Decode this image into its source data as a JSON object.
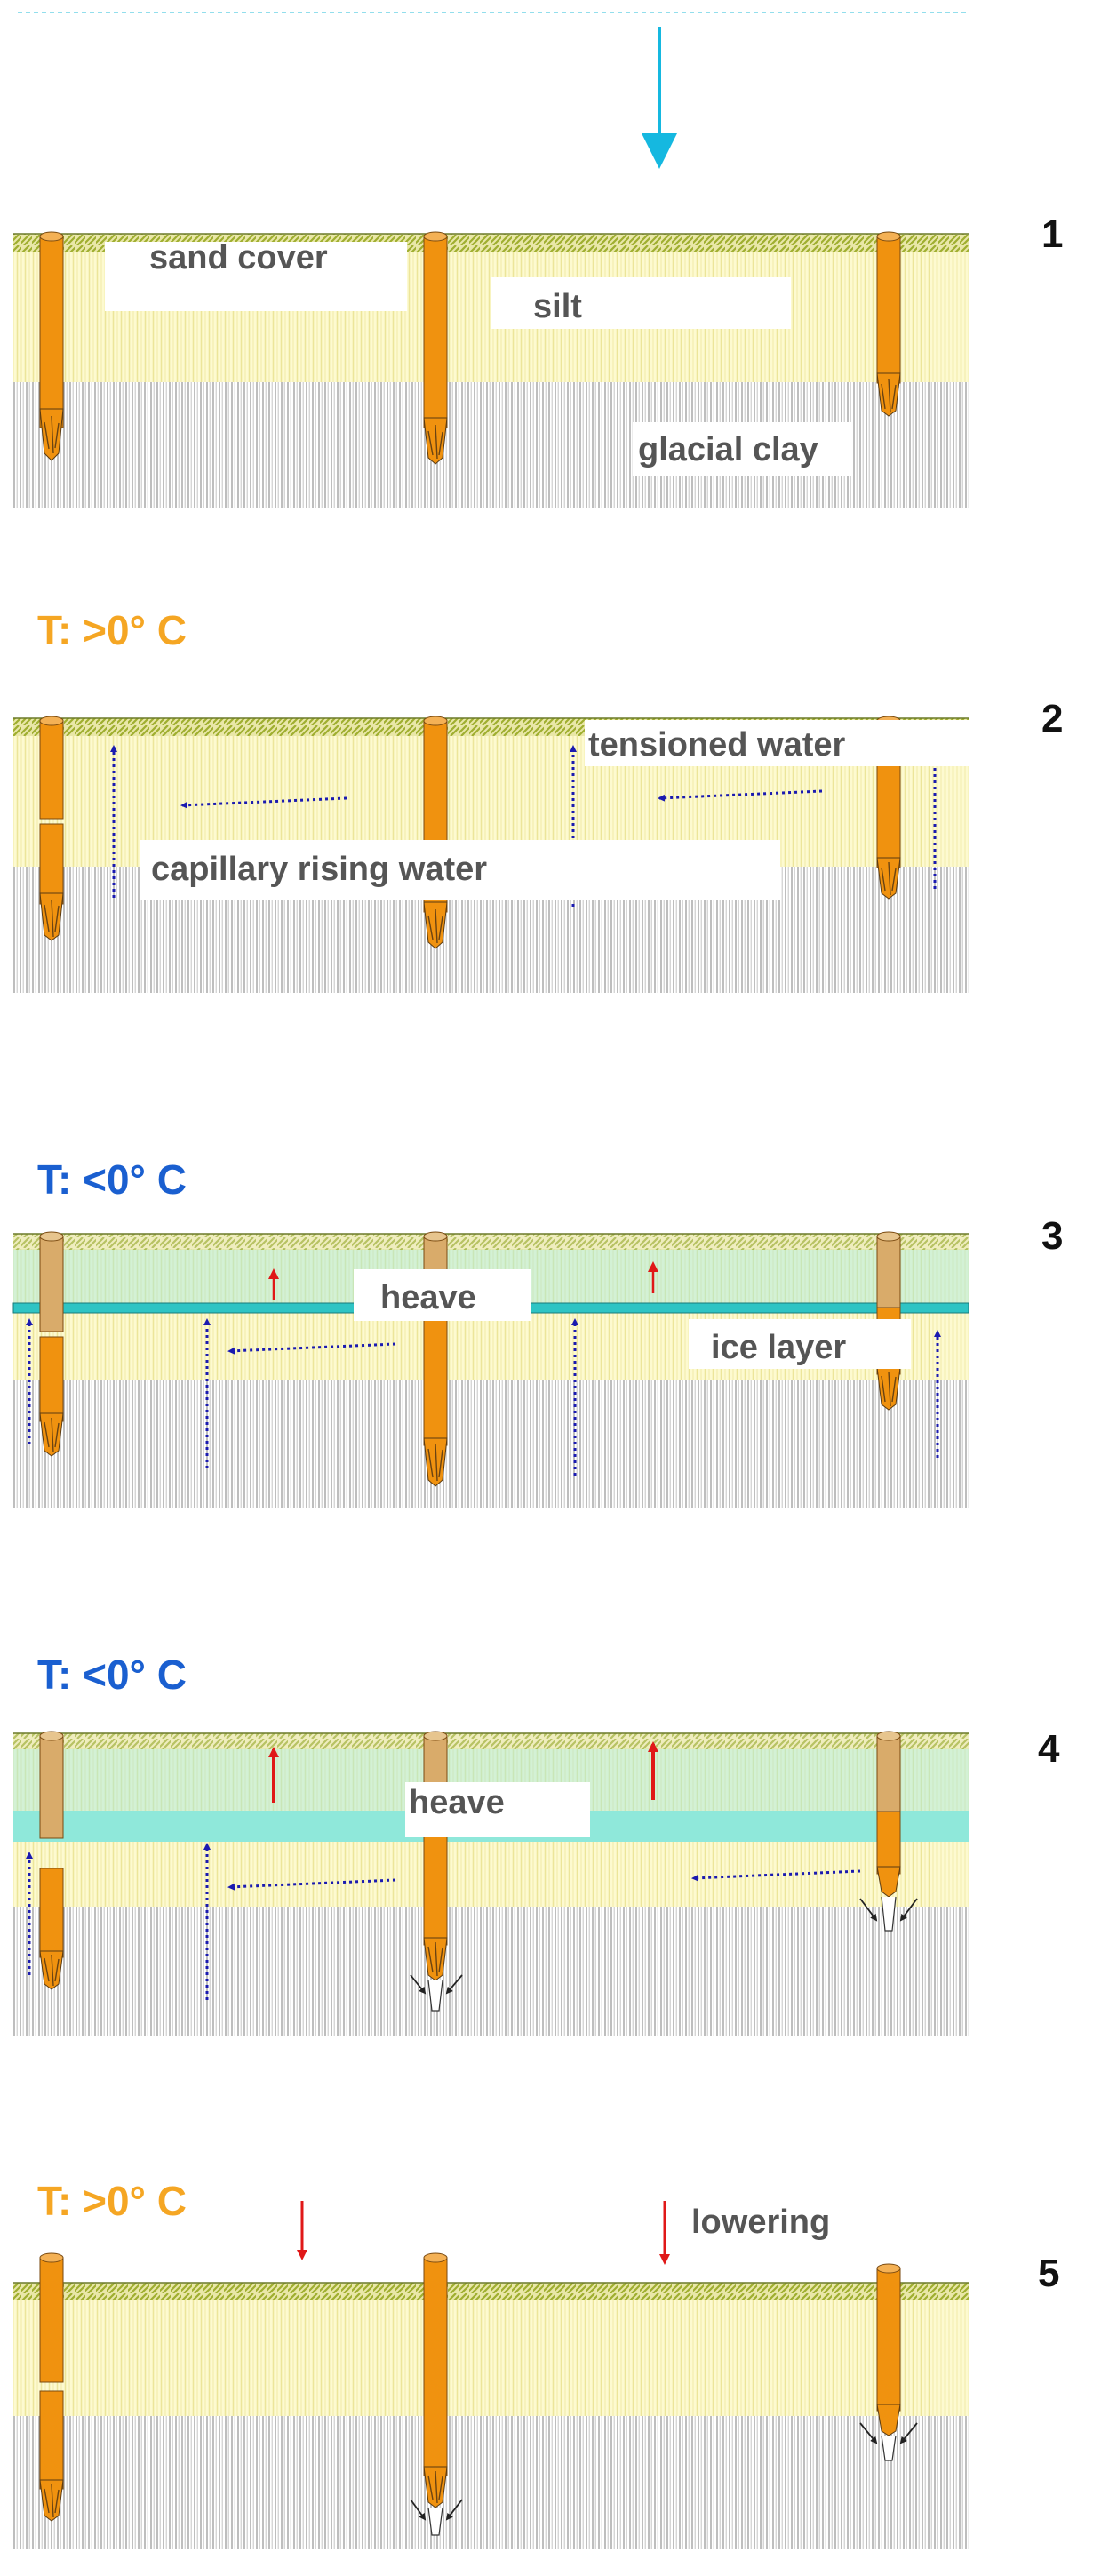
{
  "panels": [
    {
      "number": "1",
      "temperature": ""
    },
    {
      "number": "2",
      "temperature": "T: >0° C"
    },
    {
      "number": "3",
      "temperature": "T: <0° C"
    },
    {
      "number": "4",
      "temperature": "T: <0° C"
    },
    {
      "number": "5",
      "temperature": "T: >0° C"
    }
  ],
  "labels": {
    "sand_cover": "sand cover",
    "silt": "silt",
    "glacial_clay": "glacial clay",
    "tensioned_water": "tensioned water",
    "capillary_rising_water": "capillary rising water",
    "heave": "heave",
    "ice_layer": "ice layer",
    "lowering": "lowering"
  },
  "colors": {
    "warm_temperature": "#f5a623",
    "cold_temperature": "#1a5fd0",
    "post": "#f0920f",
    "post_dim": "#d9ab6a",
    "water_arrow": "#1a1ab0",
    "heave_arrow": "#e01818",
    "drain_arrow": "#15b8e0",
    "ice_layer": "#2ec4c4"
  }
}
